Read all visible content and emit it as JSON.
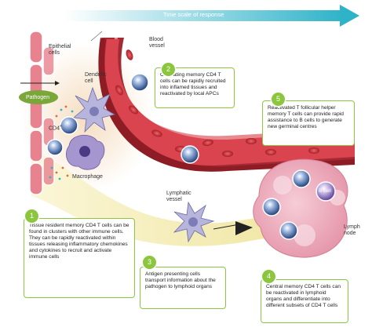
{
  "timescale": {
    "label": "Time scale of response",
    "arrow_color": "#2fb3c9"
  },
  "labels": {
    "epithelial": "Epithelial cells",
    "pathogen": "Pathogen",
    "dendritic": "Dendritic cell",
    "cd4": "CD4",
    "cd4_sup": "+",
    "macrophage": "Macrophage",
    "blood_vessel": "Blood vessel",
    "lymphatic": "Lymphatic vessel",
    "b_cell": "B cell",
    "lymph_node": "Lymph node"
  },
  "steps": [
    {
      "number": "1",
      "text": "Tissue resident memory CD4 T cells can be found in clusters with other immune cells. They can be rapidly reactivated within tissues releasing inflammatory chemokines and cytokines to recruit and activate immune cells"
    },
    {
      "number": "2",
      "text": "Circulating memory CD4 T cells can be rapidly recruited into inflamed tissues and reactivated by local APCs"
    },
    {
      "number": "3",
      "text": "Antigen presenting cells transport information about the pathogen to lymphoid organs"
    },
    {
      "number": "4",
      "text": "Central memory CD4 T cells can be reactivated in lymphoid organs and differentiate into different subsets of CD4 T cells"
    },
    {
      "number": "5",
      "text": "Reactivated T follicular helper memory T cells can provide rapid assistance to B cells to generate new germinal centres"
    }
  ],
  "colors": {
    "step_green": "#8cc63f",
    "vessel_red": "#c0303a",
    "lymphatic_yellow": "#f3ecb0",
    "t_cell_blue": "#2f5d9e",
    "lymph_node_pink": "#f2b8c6",
    "pathogen_green": "#7aa63a"
  }
}
